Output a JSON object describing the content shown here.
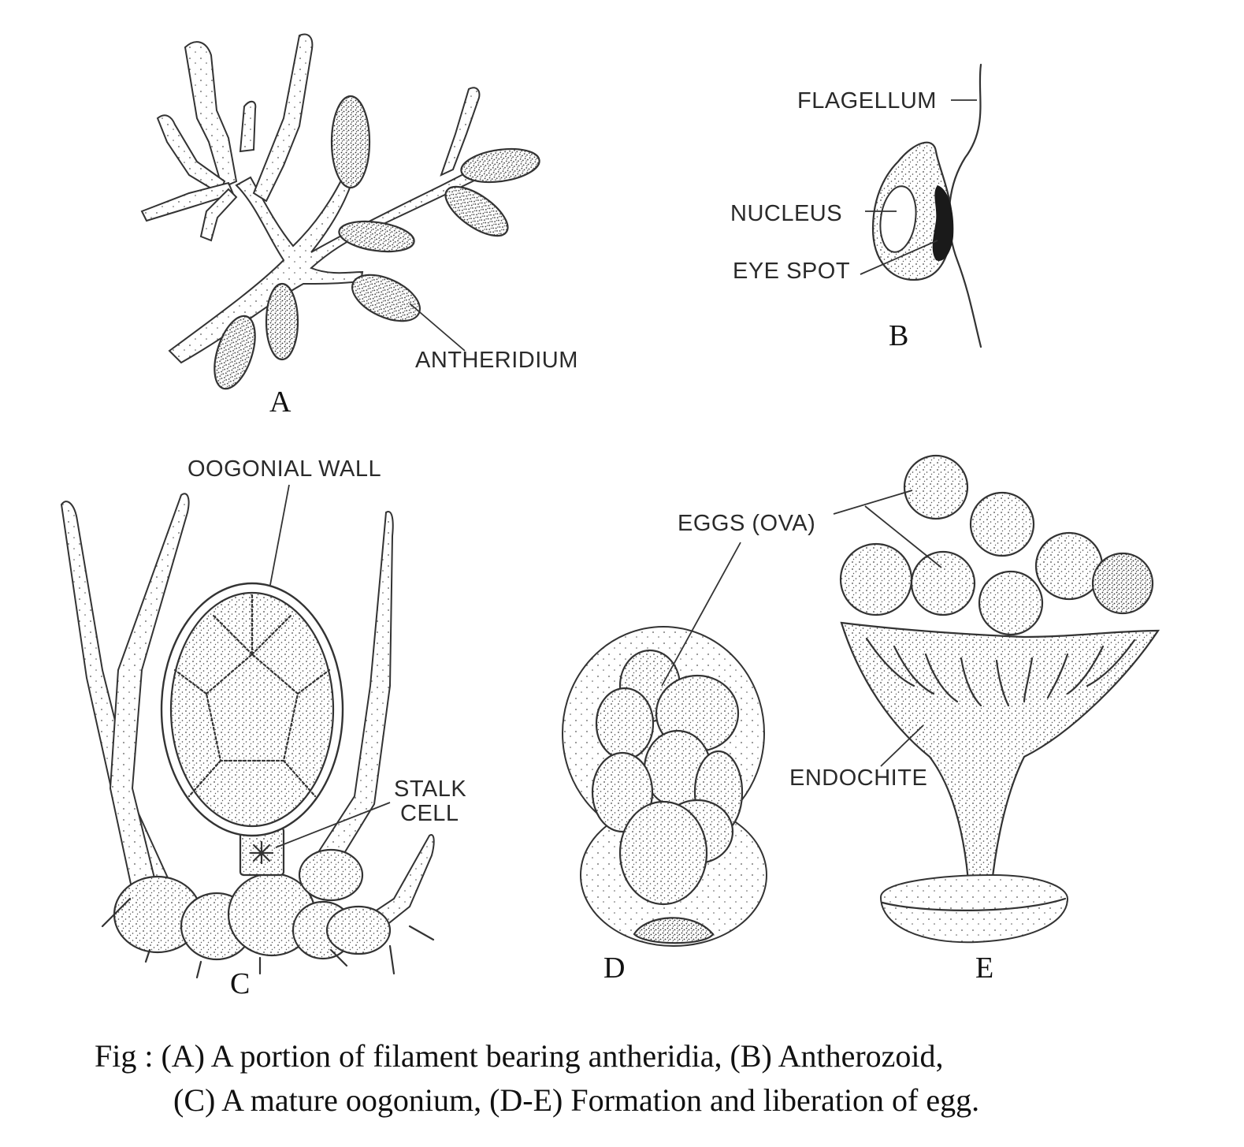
{
  "panels": {
    "a": {
      "letter": "A",
      "labels": {
        "antheridium": "ANTHERIDIUM"
      }
    },
    "b": {
      "letter": "B",
      "labels": {
        "flagellum": "FLAGELLUM",
        "nucleus": "NUCLEUS",
        "eye_spot": "EYE SPOT"
      }
    },
    "c": {
      "letter": "C",
      "labels": {
        "oogonial_wall": "OOGONIAL WALL",
        "stalk_cell_1": "STALK",
        "stalk_cell_2": "CELL"
      }
    },
    "d": {
      "letter": "D"
    },
    "e": {
      "letter": "E",
      "labels": {
        "eggs": "EGGS (OVA)",
        "endochite": "ENDOCHITE"
      }
    }
  },
  "caption": {
    "line1": "Fig : (A) A portion of filament bearing antheridia, (B) Antherozoid,",
    "line2": "(C) A mature oogonium, (D-E) Formation and liberation of egg."
  },
  "colors": {
    "ink": "#333333",
    "background": "#ffffff"
  }
}
